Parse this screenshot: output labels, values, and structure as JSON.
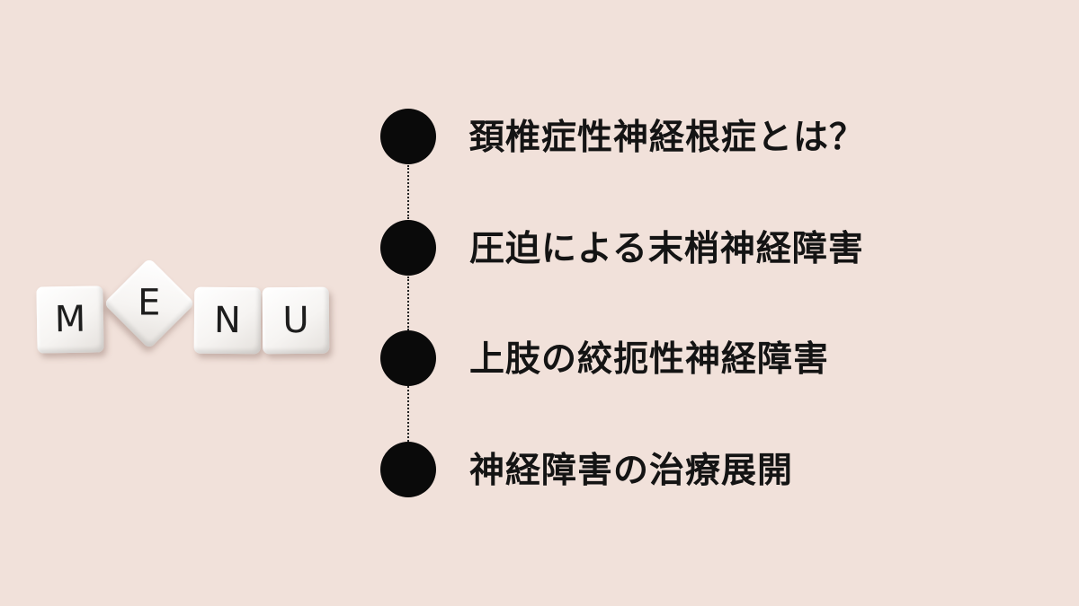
{
  "colors": {
    "background": "#f1e1da",
    "dot": "#0a0a0a",
    "text": "#141414"
  },
  "tiles": [
    {
      "letter": "M"
    },
    {
      "letter": "E"
    },
    {
      "letter": "N"
    },
    {
      "letter": "U"
    }
  ],
  "menu": {
    "items": [
      {
        "label": "頚椎症性神経根症とは？"
      },
      {
        "label": "圧迫による末梢神経障害"
      },
      {
        "label": "上肢の絞扼性神経障害"
      },
      {
        "label": "神経障害の治療展開"
      }
    ]
  }
}
